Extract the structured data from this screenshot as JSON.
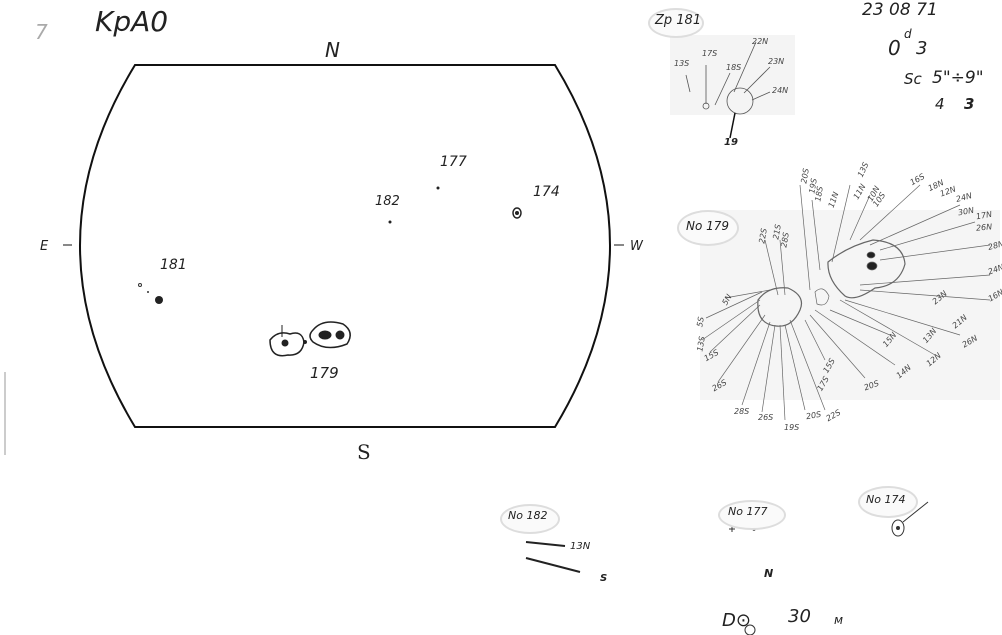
{
  "header": {
    "sheet_number": "7",
    "code": "KpA0"
  },
  "meta": {
    "date": "23 08 71",
    "time_main": "0",
    "time_sup": "d",
    "time_frac": "3",
    "seeing_label": "Sc",
    "seeing_value": "5\"÷9\"",
    "quality_a": "4",
    "quality_b": "3"
  },
  "disk": {
    "north": "N",
    "south": "S",
    "east": "E",
    "west": "W"
  },
  "groups": {
    "g181": "181",
    "g182": "182",
    "g177": "177",
    "g174": "174",
    "g179": "179"
  },
  "insets": {
    "zp181": {
      "title": "Zp 181",
      "labels": [
        "13S",
        "17S",
        "18S",
        "22N",
        "23N",
        "24N",
        "19"
      ]
    },
    "n179": {
      "title": "No 179",
      "labels": [
        "20S",
        "19S",
        "18S",
        "11N",
        "13S",
        "11N",
        "10N",
        "10S",
        "16S",
        "18N",
        "12N",
        "24N",
        "30N",
        "17N",
        "26N",
        "28N",
        "24N",
        "16N",
        "23N",
        "21N",
        "26N",
        "12N",
        "13N",
        "15N",
        "14N",
        "20S",
        "15S",
        "17S",
        "22S",
        "20S",
        "19S",
        "26S",
        "28S",
        "26S",
        "15S",
        "13S",
        "5S",
        "5N",
        "22S",
        "21S",
        "28S"
      ]
    },
    "n182": {
      "title": "No 182",
      "labels": [
        "13N",
        "S"
      ]
    },
    "n177": {
      "title": "No 177",
      "labels": [
        "N"
      ]
    },
    "n174": {
      "title": "No 174"
    }
  },
  "footer": {
    "diameter_symbol": "D⊙",
    "diameter_value": "30",
    "diameter_unit": "м"
  }
}
